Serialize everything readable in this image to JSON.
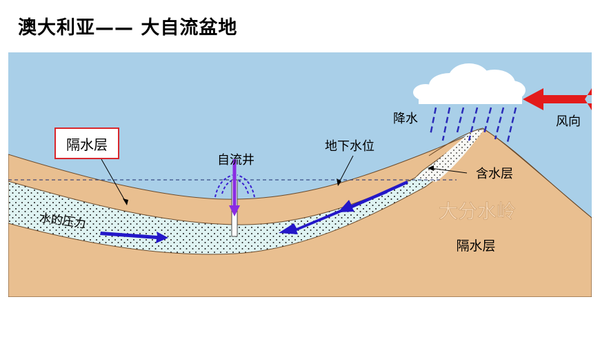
{
  "title": "澳大利亚—— 大自流盆地",
  "labels": {
    "aquiclude_box": "隔水层",
    "artesian_well": "自流井",
    "water_table": "地下水位",
    "precipitation": "降水",
    "wind_direction": "风向",
    "aquifer": "含水层",
    "divide": "大分水岭",
    "aquiclude_bottom": "隔水层",
    "water_pressure": "水的压力"
  },
  "colors": {
    "sky": "#a9cfe8",
    "land": "#e9bf90",
    "aquifer": "#d4eef0",
    "arrow": "#2417c8",
    "well_arrow": "#8a2be2",
    "wind_arrow": "#e31b1b",
    "label_box": "#d8262c",
    "divide_text": "#f7d9b8"
  }
}
